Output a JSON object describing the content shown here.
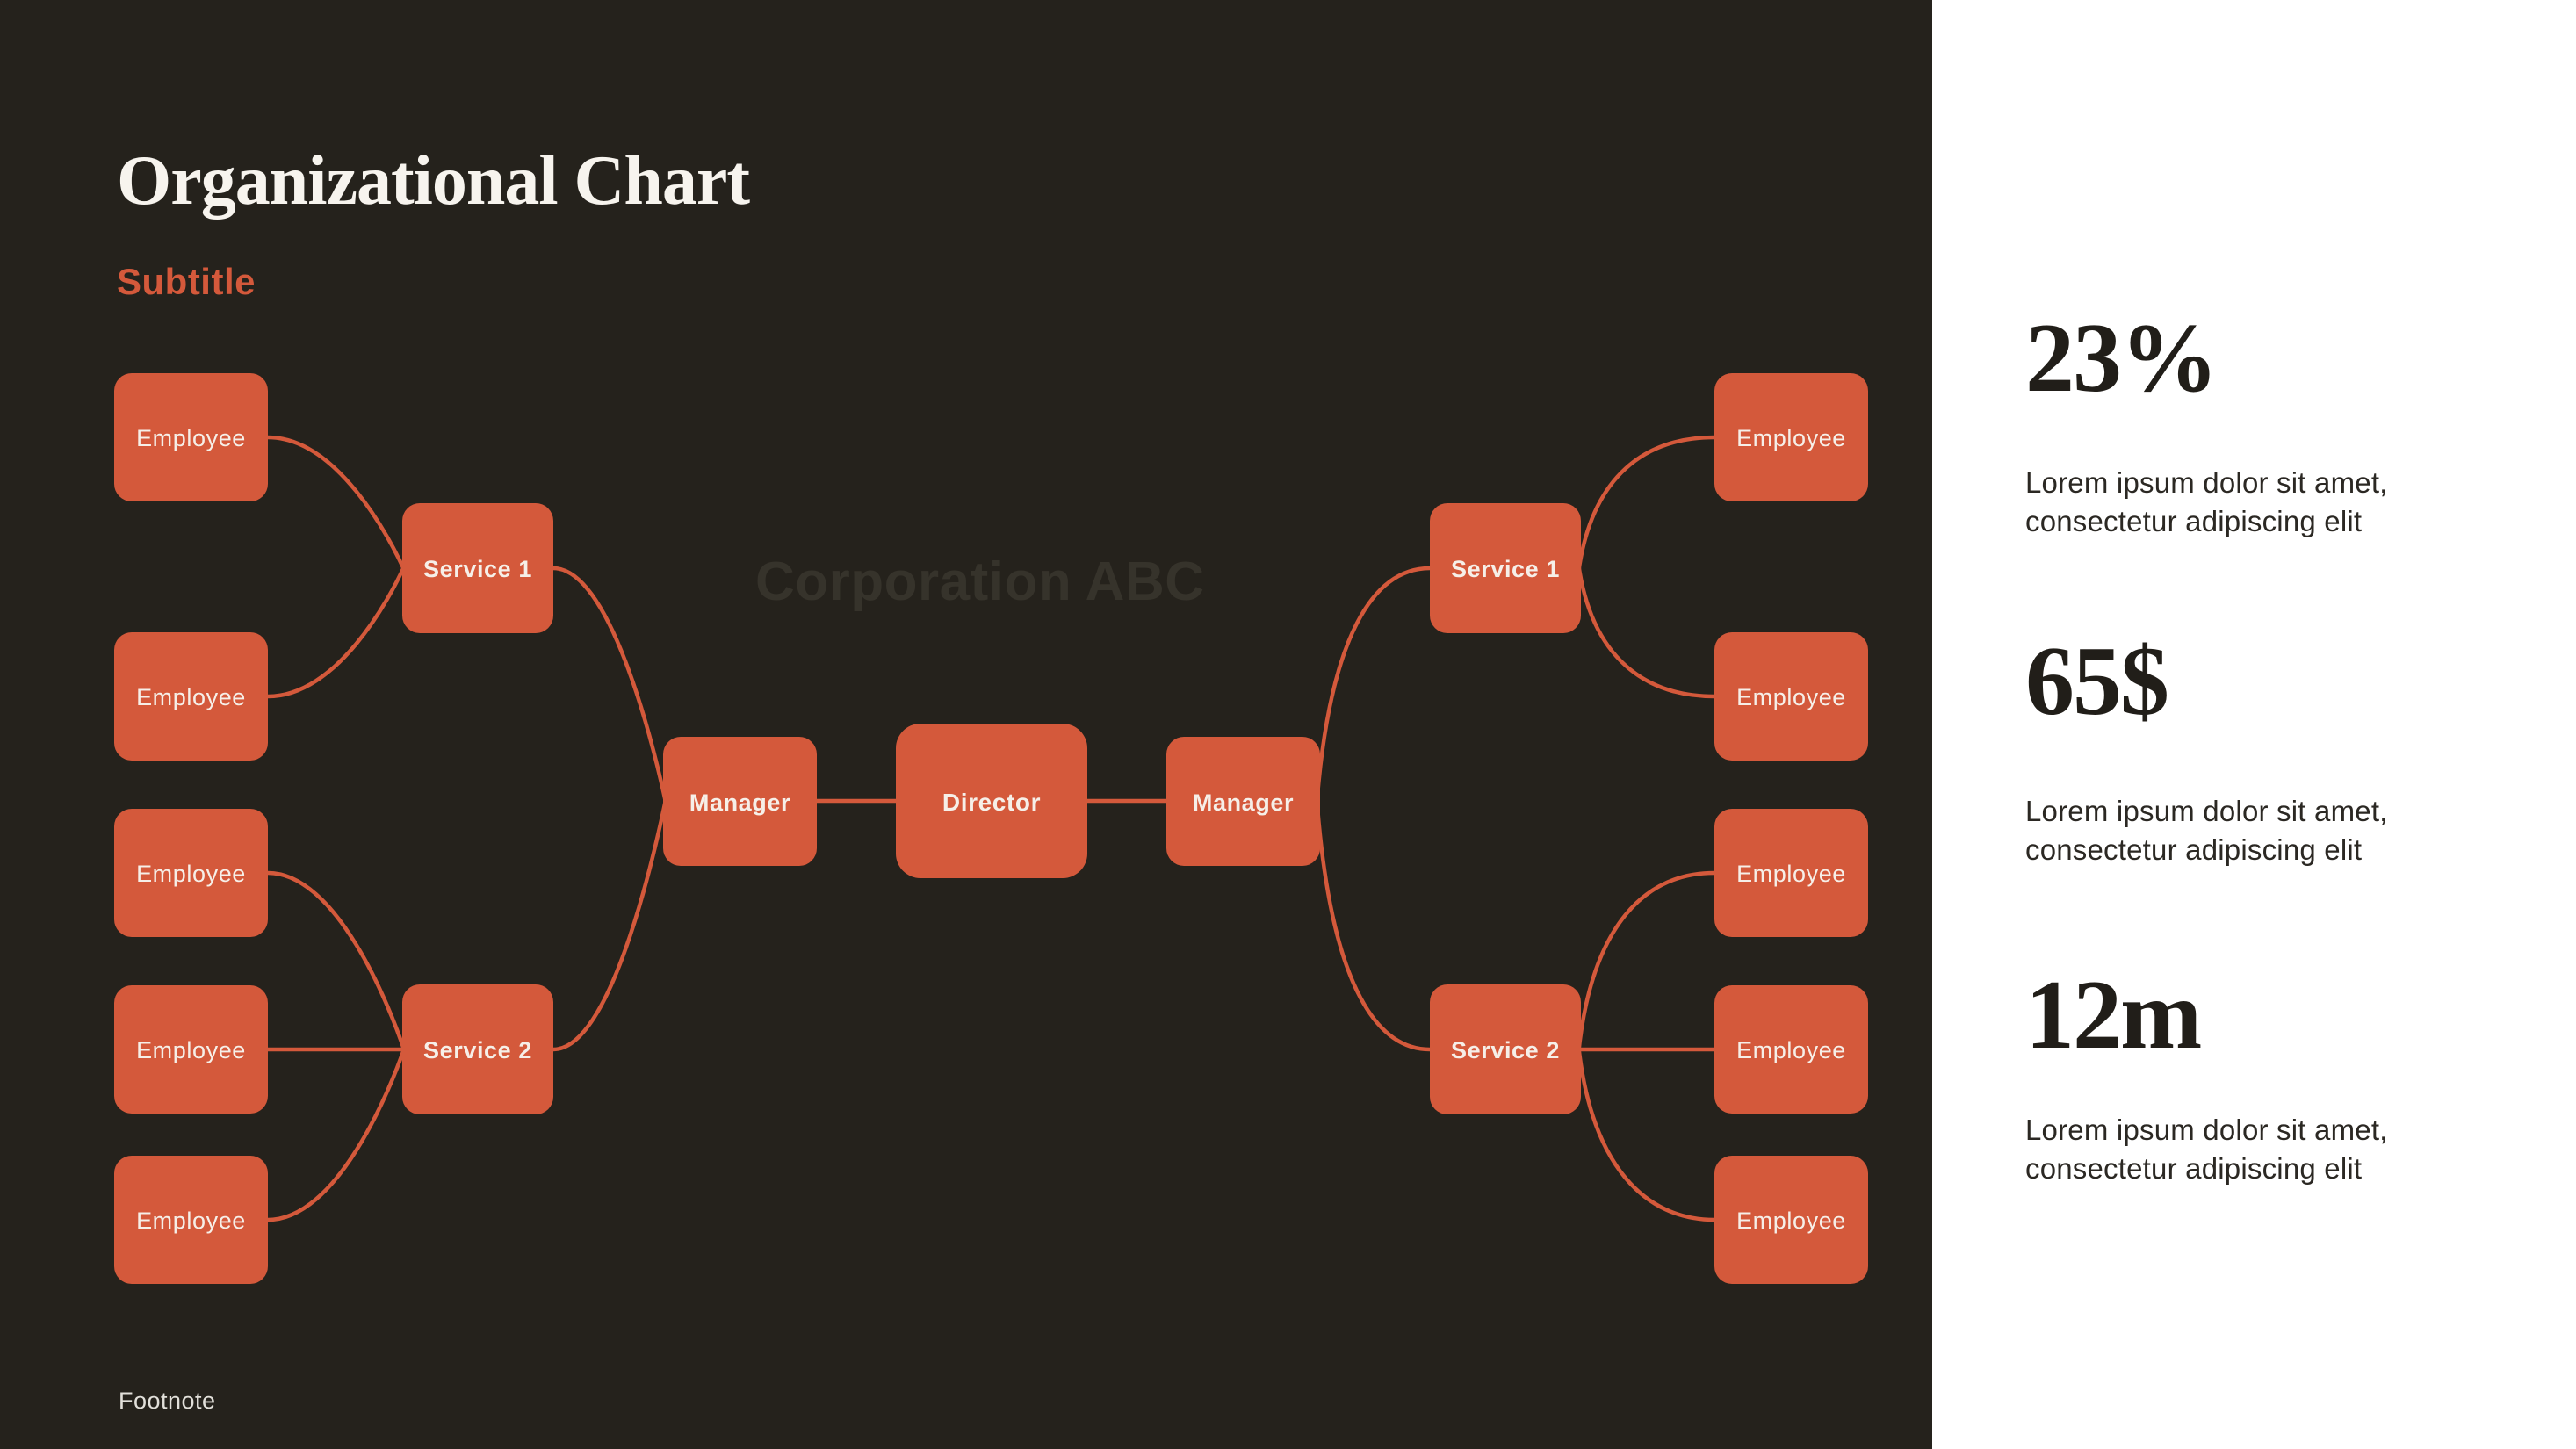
{
  "slide": {
    "title": "Organizational Chart",
    "subtitle": "Subtitle",
    "watermark": "Corporation ABC",
    "footnote": "Footnote"
  },
  "colors": {
    "background": "#25221C",
    "accent_orange": "#D4593B",
    "sidebar_background": "#FFFFFF",
    "title_text": "#F7F4EE",
    "watermark_text": "#36332B",
    "node_text": "#F6EFE8",
    "stat_number_text": "#211E19",
    "stat_description_text": "#2B2823"
  },
  "org_chart": {
    "director": "Director",
    "managers": [
      "Manager",
      "Manager"
    ],
    "services_left": [
      "Service 1",
      "Service 2"
    ],
    "services_right": [
      "Service 1",
      "Service 2"
    ],
    "employees_left": [
      "Employee",
      "Employee",
      "Employee",
      "Employee",
      "Employee"
    ],
    "employees_right": [
      "Employee",
      "Employee",
      "Employee",
      "Employee",
      "Employee"
    ]
  },
  "stats": [
    {
      "value": "23%",
      "description": "Lorem ipsum dolor sit amet, consectetur adipiscing elit"
    },
    {
      "value": "65$",
      "description": "Lorem ipsum dolor sit amet, consectetur adipiscing elit"
    },
    {
      "value": "12m",
      "description": "Lorem ipsum dolor sit amet, consectetur adipiscing elit"
    }
  ]
}
